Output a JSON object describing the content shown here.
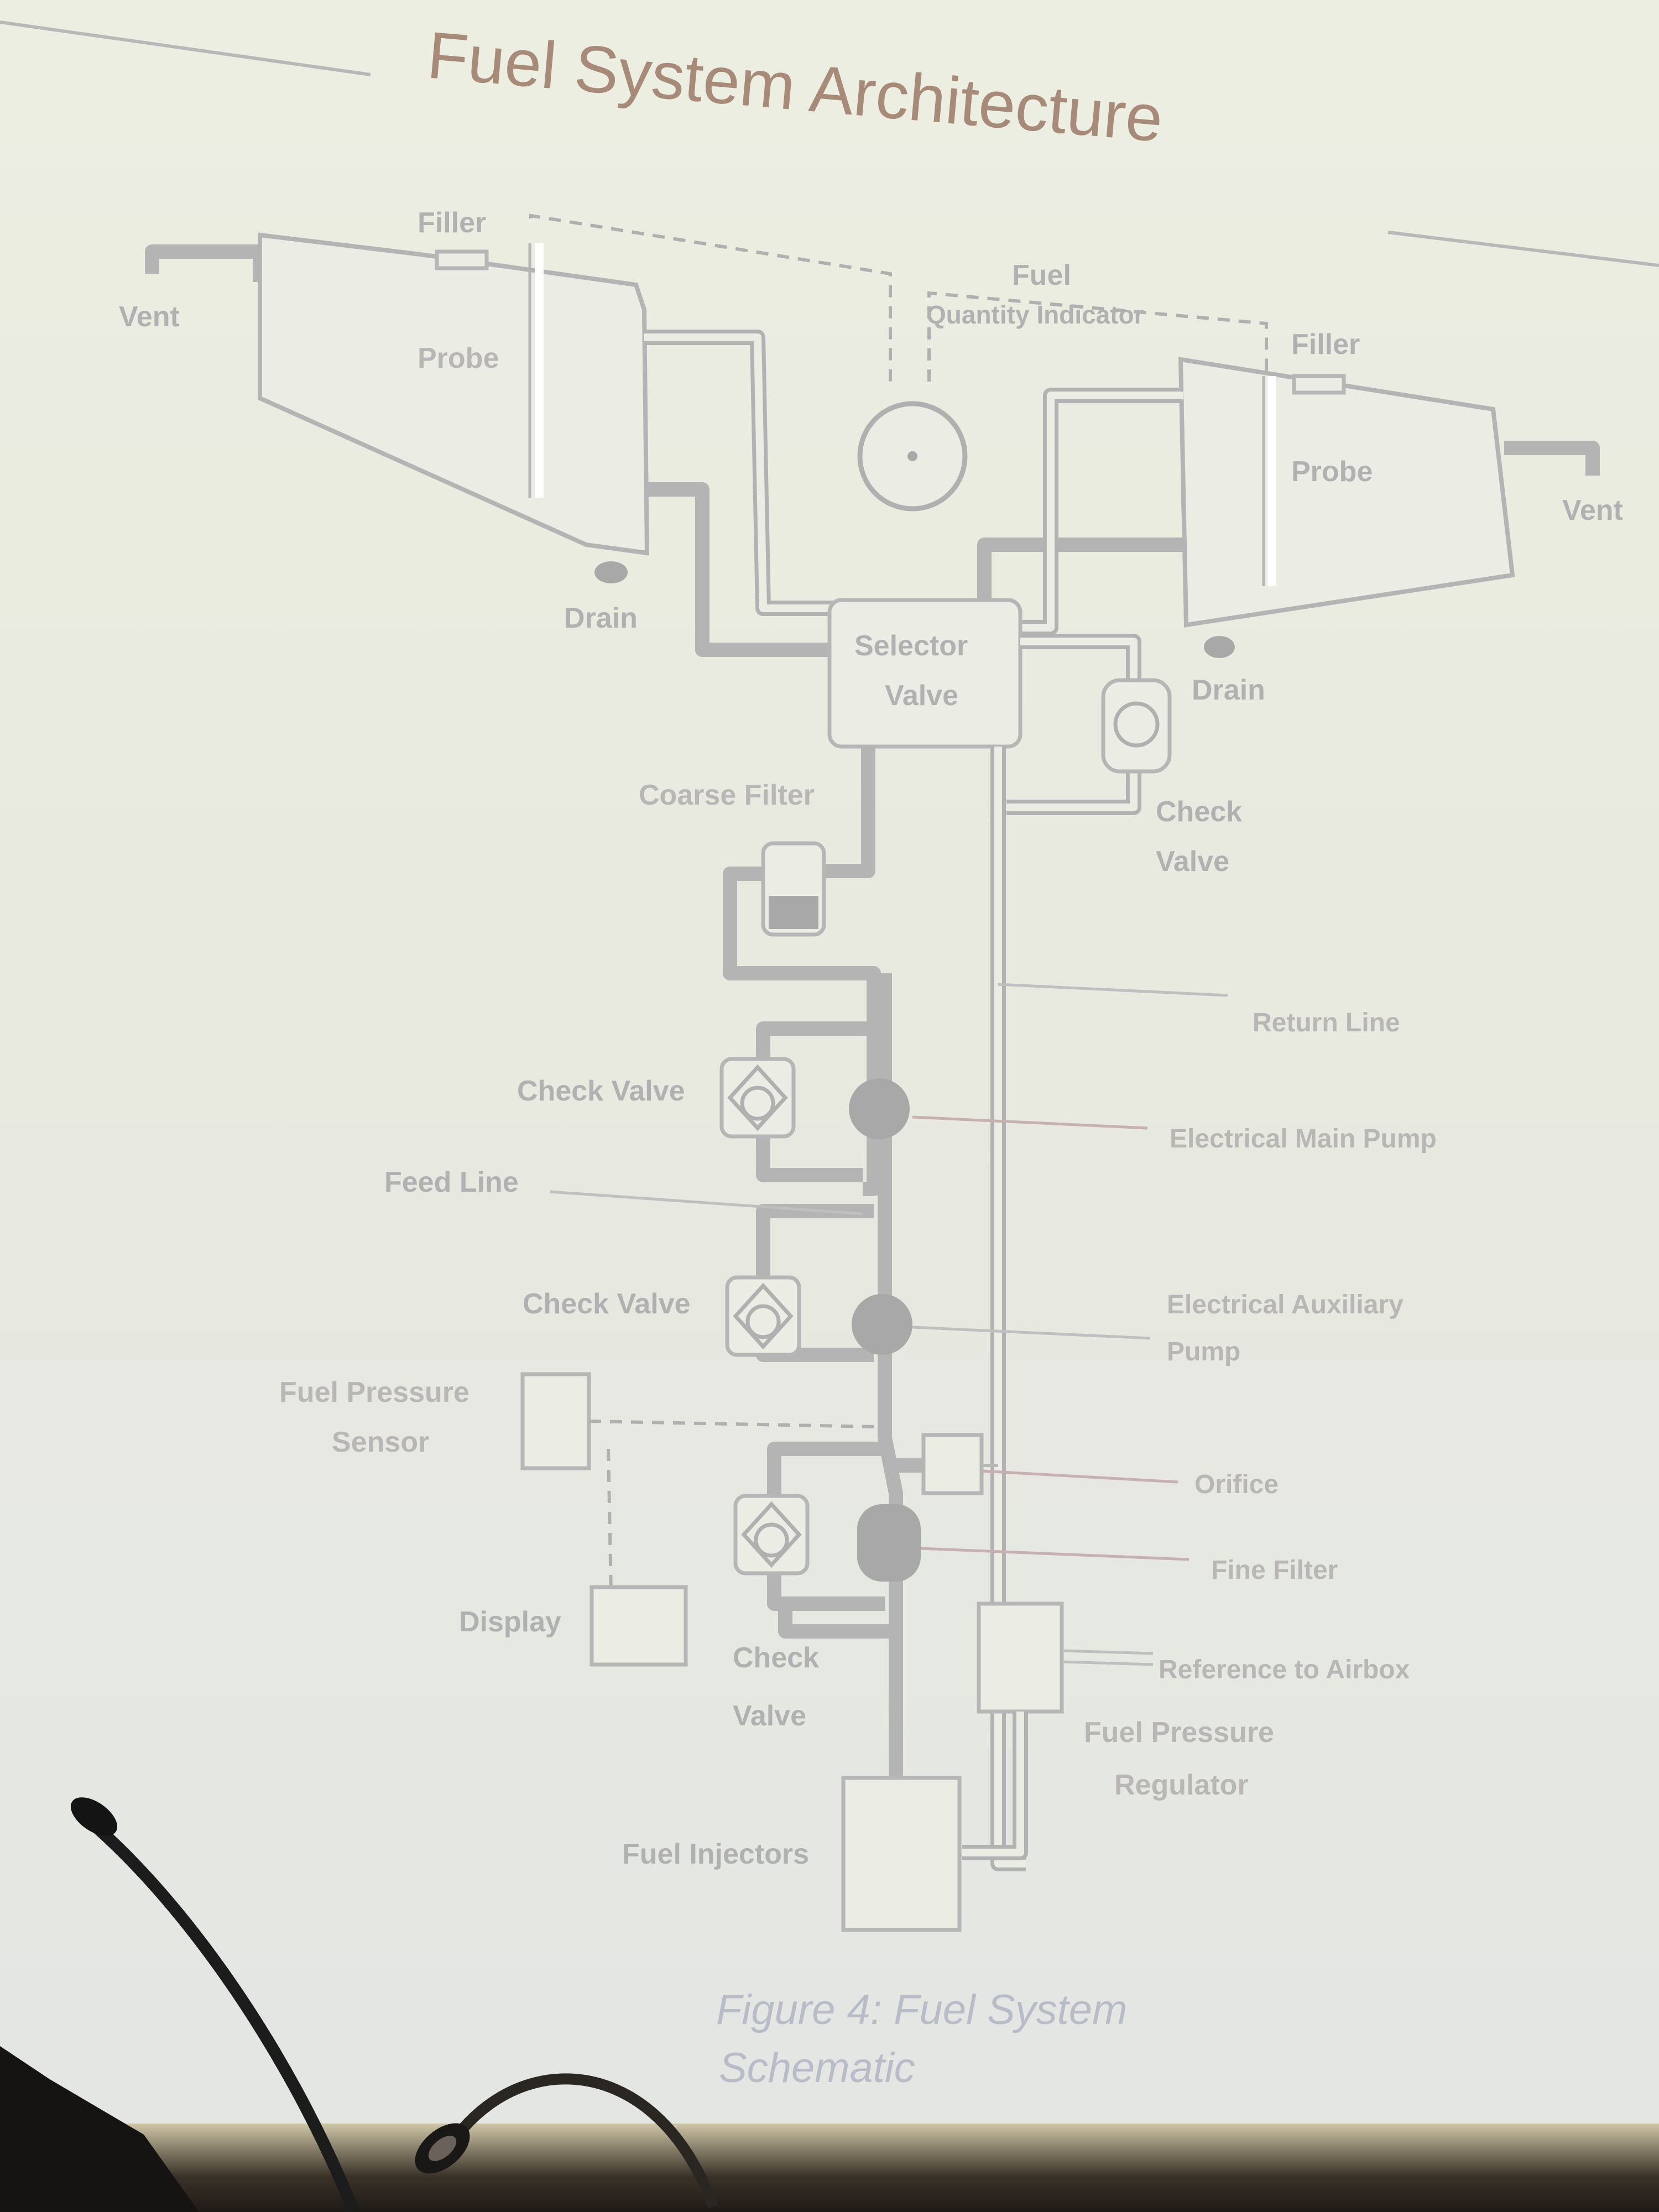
{
  "slide": {
    "title": "Fuel System Architecture",
    "caption_line1": "Figure 4: Fuel System",
    "caption_line2": "Schematic"
  },
  "labels": {
    "filler_left": "Filler",
    "filler_right": "Filler",
    "vent_left": "Vent",
    "vent_right": "Vent",
    "probe_left": "Probe",
    "probe_right": "Probe",
    "drain_left": "Drain",
    "drain_right": "Drain",
    "fuel_quantity_1": "Fuel",
    "fuel_quantity_2": "Quantity Indicator",
    "selector_1": "Selector",
    "selector_2": "Valve",
    "coarse_filter": "Coarse Filter",
    "check_valve_right_1": "Check",
    "check_valve_right_2": "Valve",
    "return_line": "Return Line",
    "check_valve_1": "Check Valve",
    "electrical_main_pump": "Electrical Main Pump",
    "feed_line": "Feed Line",
    "check_valve_2": "Check Valve",
    "electrical_aux_1": "Electrical Auxiliary",
    "electrical_aux_2": "Pump",
    "fuel_pressure_sensor_1": "Fuel Pressure",
    "fuel_pressure_sensor_2": "Sensor",
    "orifice": "Orifice",
    "fine_filter": "Fine Filter",
    "display": "Display",
    "check_valve_3_1": "Check",
    "check_valve_3_2": "Valve",
    "reference_to_airbox": "Reference to Airbox",
    "fuel_pressure_regulator_1": "Fuel Pressure",
    "fuel_pressure_regulator_2": "Regulator",
    "fuel_injectors": "Fuel Injectors"
  }
}
